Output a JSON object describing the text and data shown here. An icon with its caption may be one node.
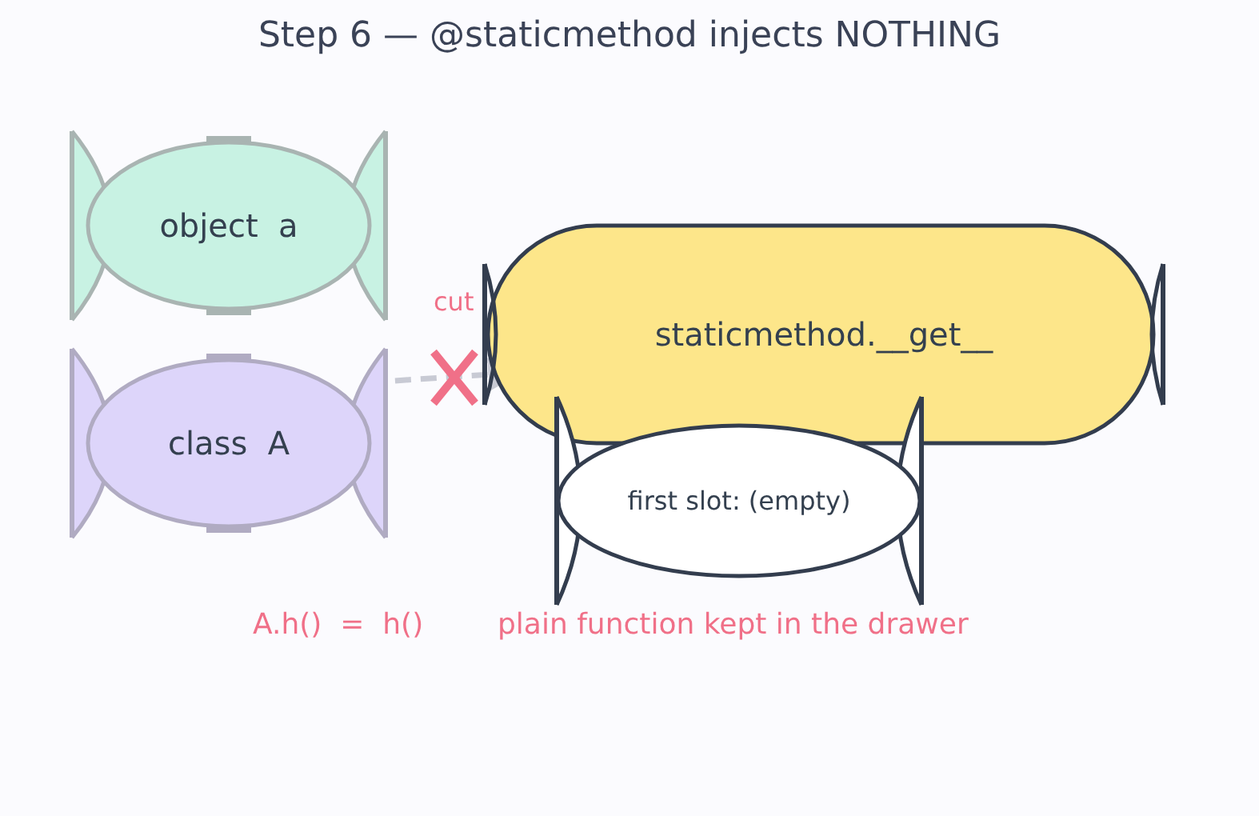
{
  "diagram": {
    "title": "Step 6 — @staticmethod injects NOTHING",
    "nodes": [
      {
        "text": [
          "object  a"
        ]
      },
      {
        "text": [
          "class  A"
        ]
      },
      {
        "text": [
          "staticmethod.__get__"
        ]
      },
      {
        "text": [
          "first slot: (empty)"
        ]
      }
    ],
    "edges": [
      {
        "from": 1,
        "to": 2,
        "arrow": "to",
        "label": "cut",
        "style": "dashed",
        "color": "#c8cad4"
      }
    ],
    "labels": [
      "A.h()  =  h()",
      "plain function kept in the drawer"
    ]
  }
}
